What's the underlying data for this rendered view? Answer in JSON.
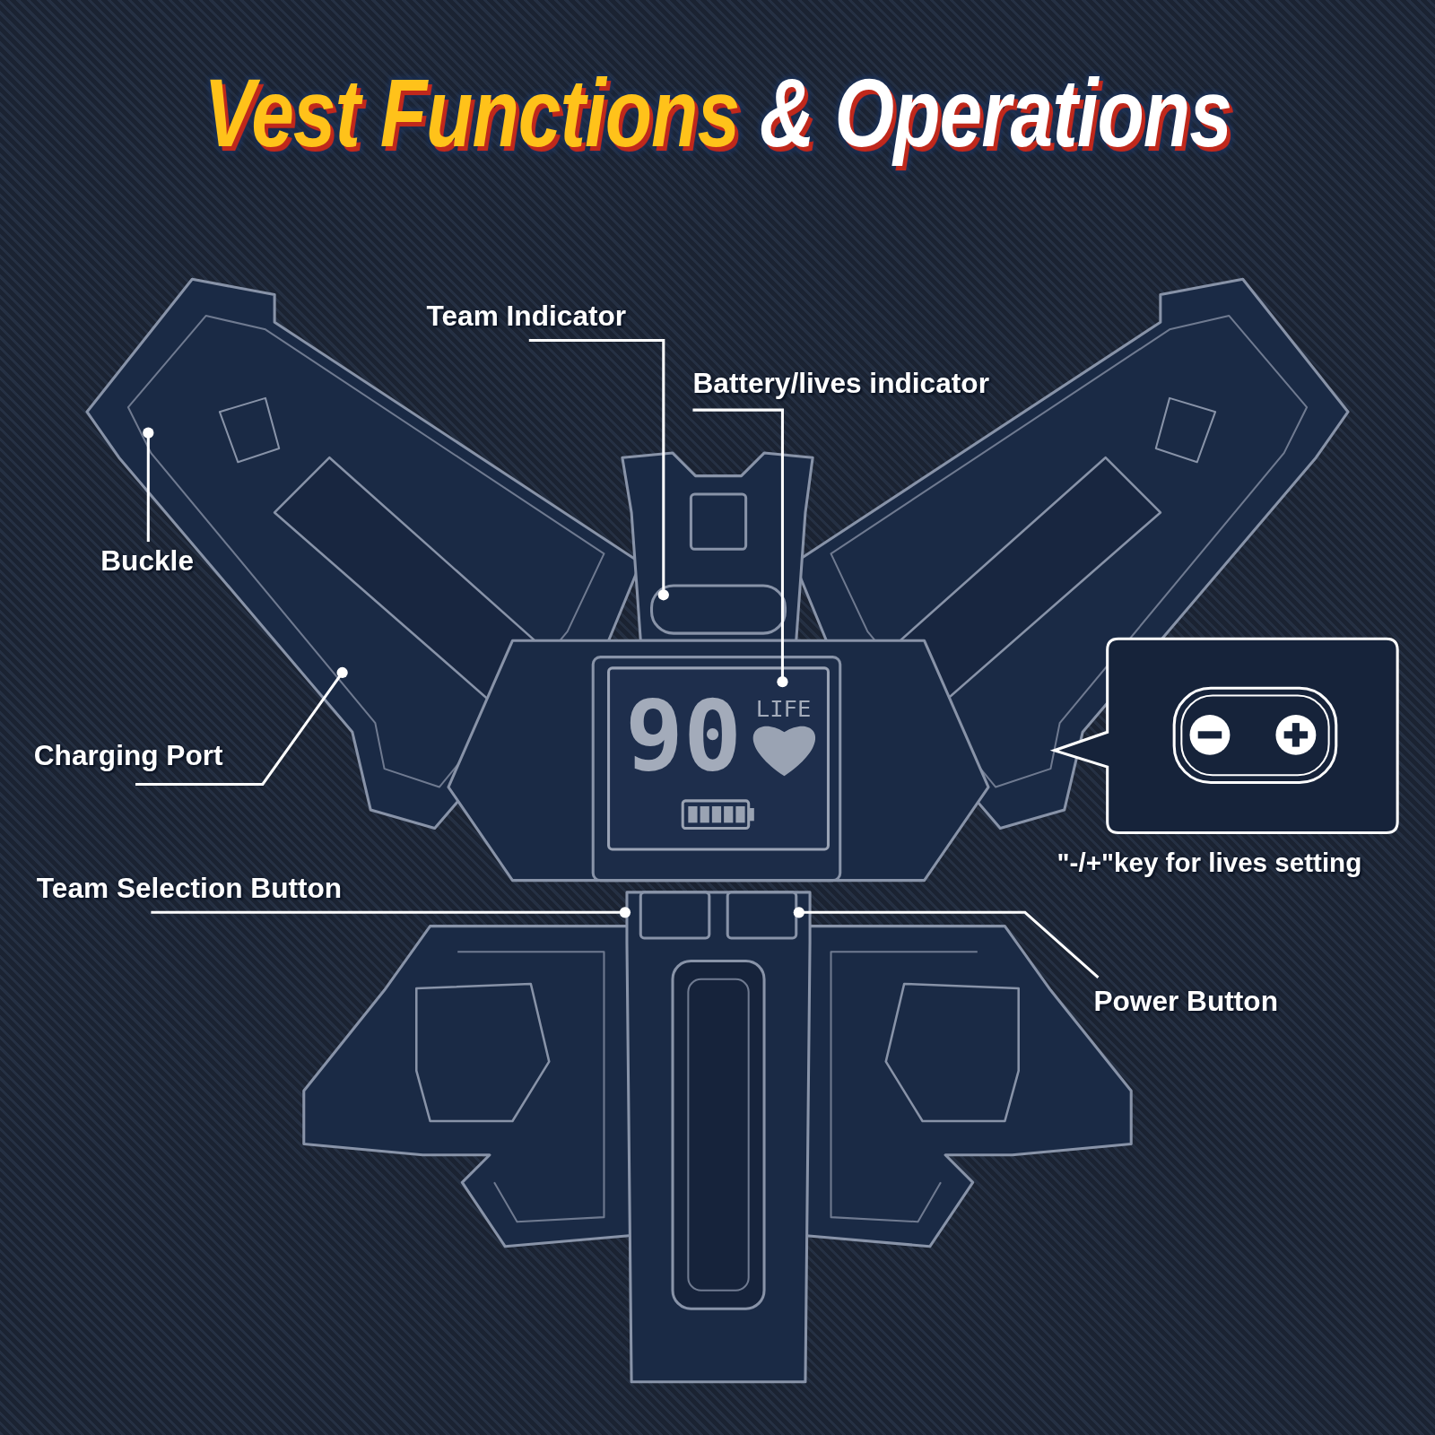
{
  "diagram": {
    "title": "Vest Functions & Operations",
    "labels": [
      "Team Indicator",
      "Battery/lives indicator",
      "Buckle",
      "Charging Port",
      "Team Selection Button",
      "Power Button",
      "\"-/+\"key for lives setting",
      "90",
      "LIFE"
    ]
  }
}
